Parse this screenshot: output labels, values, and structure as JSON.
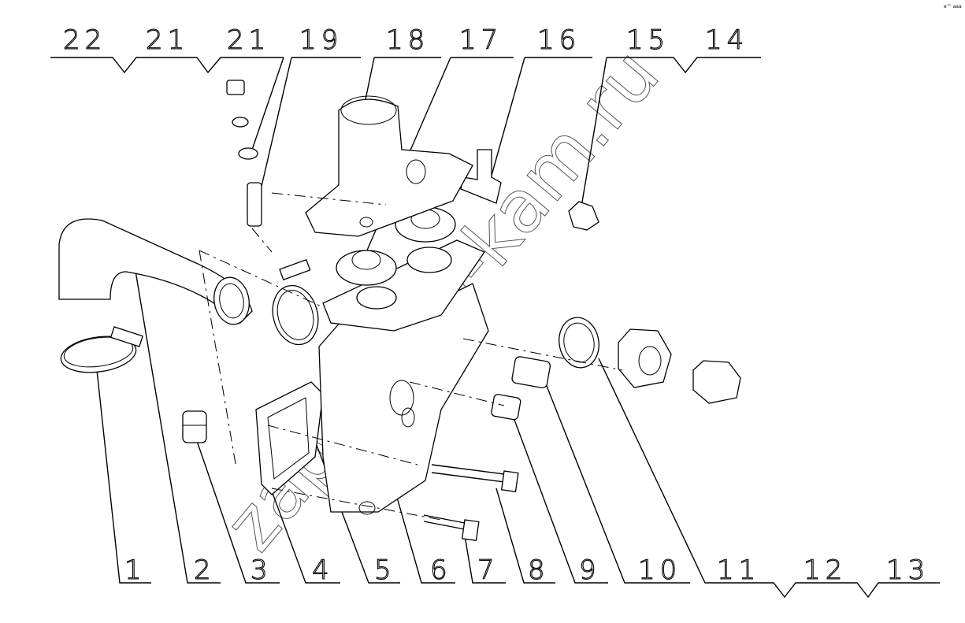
{
  "watermark": "zapchasti-kam.ru",
  "corner_label": "e™ aaa",
  "top_callouts": [
    "22",
    "21",
    "21",
    "19",
    "18",
    "17",
    "16",
    "15",
    "14"
  ],
  "bottom_callouts": [
    "1",
    "2",
    "3",
    "4",
    "5",
    "6",
    "7",
    "8",
    "9",
    "10",
    "11",
    "12",
    "13"
  ]
}
